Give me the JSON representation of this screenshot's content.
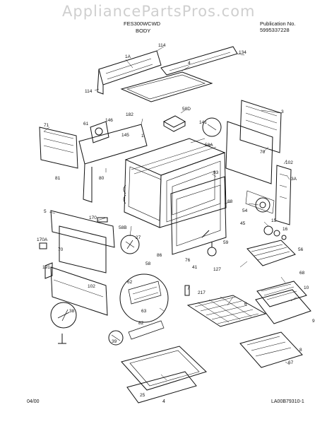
{
  "watermark": "AppliancePartsPros.com",
  "header": {
    "model": "FES300WCWD",
    "section": "BODY",
    "publication_label": "Publication No.",
    "publication_number": "5995337228"
  },
  "footer": {
    "date": "04/00",
    "page": "4",
    "diagram_id": "LA00B79310-1"
  },
  "part_labels": [
    "1A",
    "114",
    "134",
    "4",
    "114",
    "58D",
    "71",
    "61",
    "146",
    "182",
    "145",
    "1",
    "141",
    "58A",
    "3",
    "70",
    "102",
    "3A",
    "81",
    "80",
    "83",
    "5",
    "170",
    "88",
    "54",
    "58B",
    "27",
    "45",
    "15",
    "16",
    "170A",
    "70",
    "86",
    "76",
    "59",
    "41",
    "127",
    "56",
    "191",
    "58",
    "102",
    "62",
    "217",
    "68",
    "10",
    "38",
    "63",
    "6",
    "9",
    "82",
    "39",
    "25",
    "67",
    "8"
  ]
}
